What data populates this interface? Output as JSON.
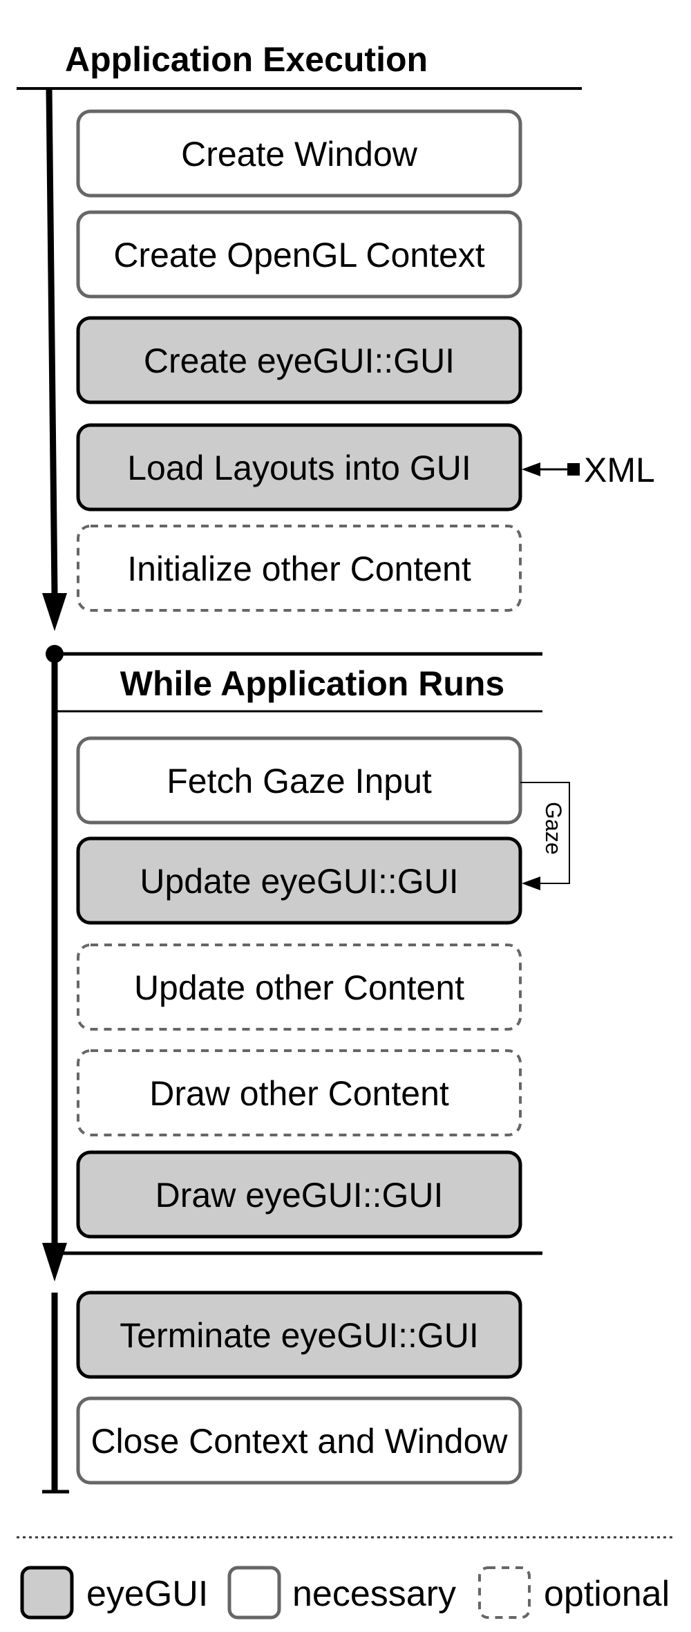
{
  "section_titles": {
    "execution": "Application Execution",
    "loop": "While Application Runs"
  },
  "steps": [
    {
      "label": "Create Window",
      "kind": "necessary"
    },
    {
      "label": "Create OpenGL Context",
      "kind": "necessary"
    },
    {
      "label": "Create eyeGUI::GUI",
      "kind": "eyegui"
    },
    {
      "label": "Load Layouts into GUI",
      "kind": "eyegui"
    },
    {
      "label": "Initialize other Content",
      "kind": "optional"
    },
    {
      "label": "Fetch Gaze Input",
      "kind": "necessary"
    },
    {
      "label": "Update eyeGUI::GUI",
      "kind": "eyegui"
    },
    {
      "label": "Update other Content",
      "kind": "optional"
    },
    {
      "label": "Draw other Content",
      "kind": "optional"
    },
    {
      "label": "Draw eyeGUI::GUI",
      "kind": "eyegui"
    },
    {
      "label": "Terminate eyeGUI::GUI",
      "kind": "eyegui"
    },
    {
      "label": "Close Context and Window",
      "kind": "necessary"
    }
  ],
  "inputs": {
    "xml": "XML",
    "gaze": "Gaze"
  },
  "legend": [
    {
      "label": "eyeGUI",
      "kind": "eyegui"
    },
    {
      "label": "necessary",
      "kind": "necessary"
    },
    {
      "label": "optional",
      "kind": "optional"
    }
  ],
  "colors": {
    "eyegui_fill": "#cccccc",
    "eyegui_stroke": "#000000",
    "necessary_fill": "#ffffff",
    "necessary_stroke": "#666666",
    "optional_stroke": "#666666",
    "line": "#000000"
  }
}
